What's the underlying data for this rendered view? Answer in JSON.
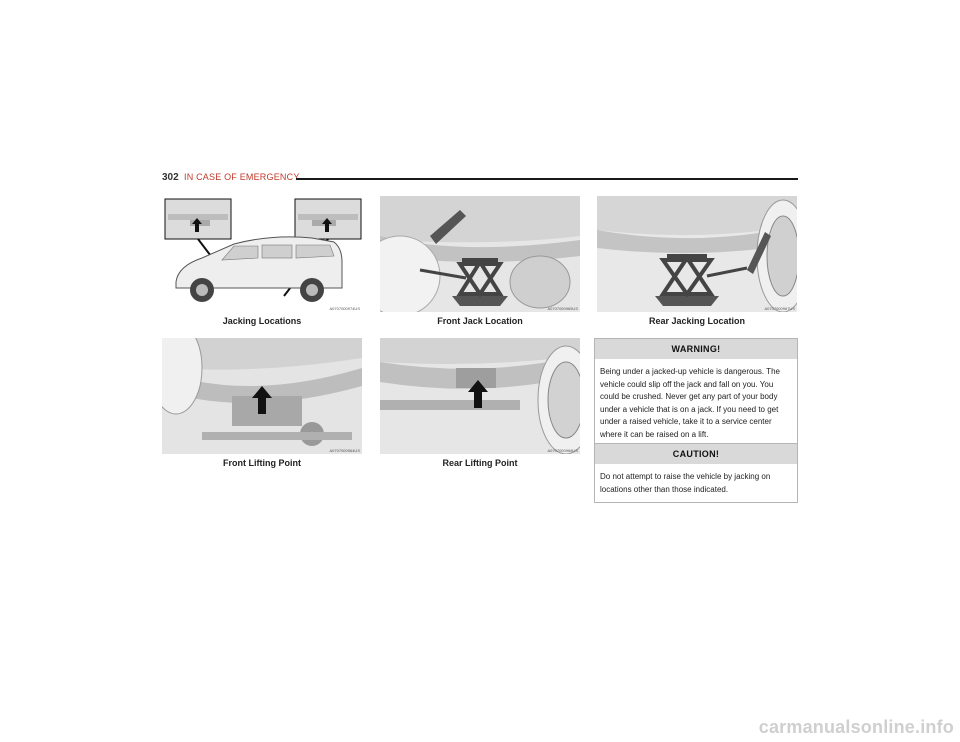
{
  "header": {
    "page_number": "302",
    "section_title": "IN CASE OF EMERGENCY"
  },
  "figures": [
    {
      "caption": "Jacking Locations",
      "code": "A0707000974US"
    },
    {
      "caption": "Front Jack Location",
      "code": "A0707000965US"
    },
    {
      "caption": "Rear Jacking Location",
      "code": "A0707000967US"
    },
    {
      "caption": "Front Lifting Point",
      "code": "A0707000964US"
    },
    {
      "caption": "Rear Lifting Point",
      "code": "A0707000968US"
    }
  ],
  "warning": {
    "title": "WARNING!",
    "text": "Being under a jacked-up vehicle is dangerous. The vehicle could slip off the jack and fall on you. You could be crushed. Never get any part of your body under a vehicle that is on a jack. If you need to get under a raised vehicle, take it to a service center where it can be raised on a lift."
  },
  "caution": {
    "title": "CAUTION!",
    "text": "Do not attempt to raise the vehicle by jacking on locations other than those indicated."
  },
  "footer": {
    "watermark": "carmanualsonline.info"
  }
}
